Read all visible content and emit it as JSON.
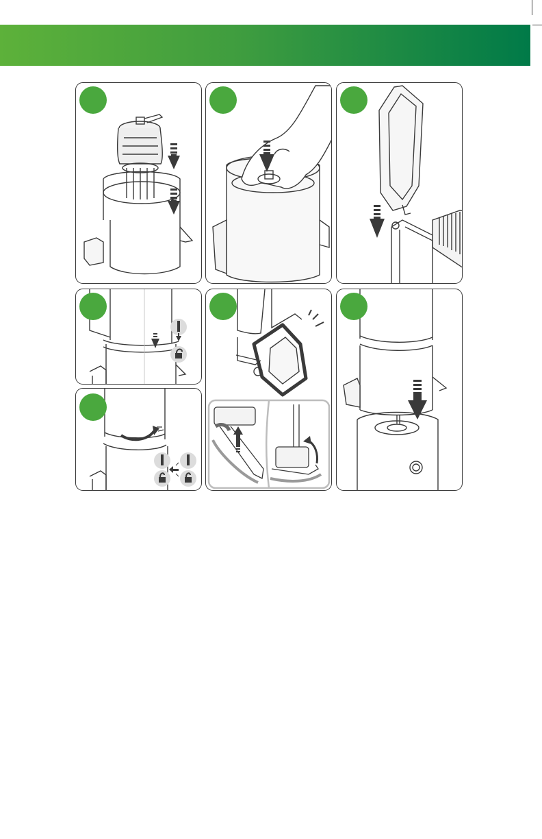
{
  "page": {
    "header_color_start": "#5db13a",
    "header_color_end": "#007a48",
    "badge_color": "#4aa83e",
    "line_color": "#3a3a3a"
  },
  "steps": [
    {
      "id": 1,
      "number": "",
      "icon": "filter-basket-insert-icon"
    },
    {
      "id": 2,
      "number": "",
      "icon": "press-filter-down-icon"
    },
    {
      "id": 3,
      "number": "",
      "icon": "close-lid-icon"
    },
    {
      "id": 4,
      "number": "",
      "icon": "align-lock-icon"
    },
    {
      "id": 5,
      "number": "",
      "icon": "rotate-to-lock-icon"
    },
    {
      "id": 6,
      "number": "",
      "icon": "raise-handle-icon"
    },
    {
      "id": 7,
      "number": "",
      "icon": "place-on-base-icon"
    }
  ]
}
